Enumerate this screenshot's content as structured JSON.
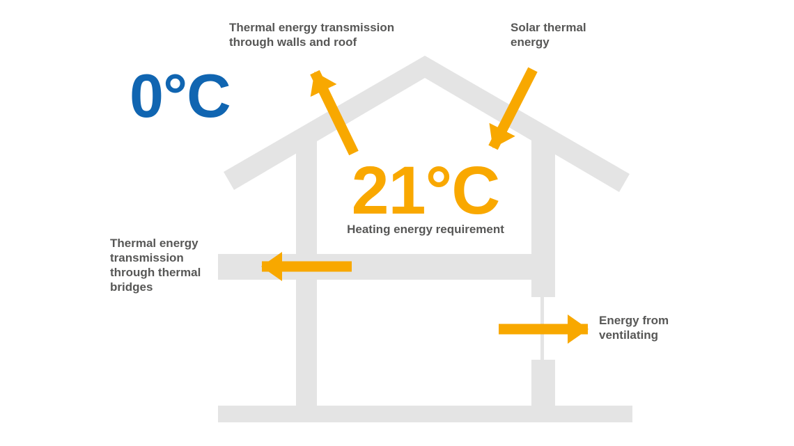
{
  "diagram": {
    "description": "House energy-balance diagram",
    "temperatures": {
      "outside": "0°C",
      "inside": "21°C"
    },
    "labels": {
      "transmission_walls_roof": "Thermal energy transmission\nthrough walls and roof",
      "solar": "Solar thermal\nenergy",
      "heating_requirement": "Heating energy requirement",
      "transmission_bridges": "Thermal energy\ntransmission\nthrough thermal\nbridges",
      "ventilating": "Energy from\nventilating"
    },
    "arrows": {
      "walls_roof": "up-left through roof (heat loss)",
      "solar": "down-left through roof (solar gain)",
      "thermal_bridge": "left through balcony slab (heat loss)",
      "ventilation": "right through window (heat loss)"
    }
  },
  "colors": {
    "house": "#E4E4E4",
    "orange": "#F8A800",
    "blue": "#1065B1",
    "text": "#575756",
    "background": "#FFFFFF"
  }
}
